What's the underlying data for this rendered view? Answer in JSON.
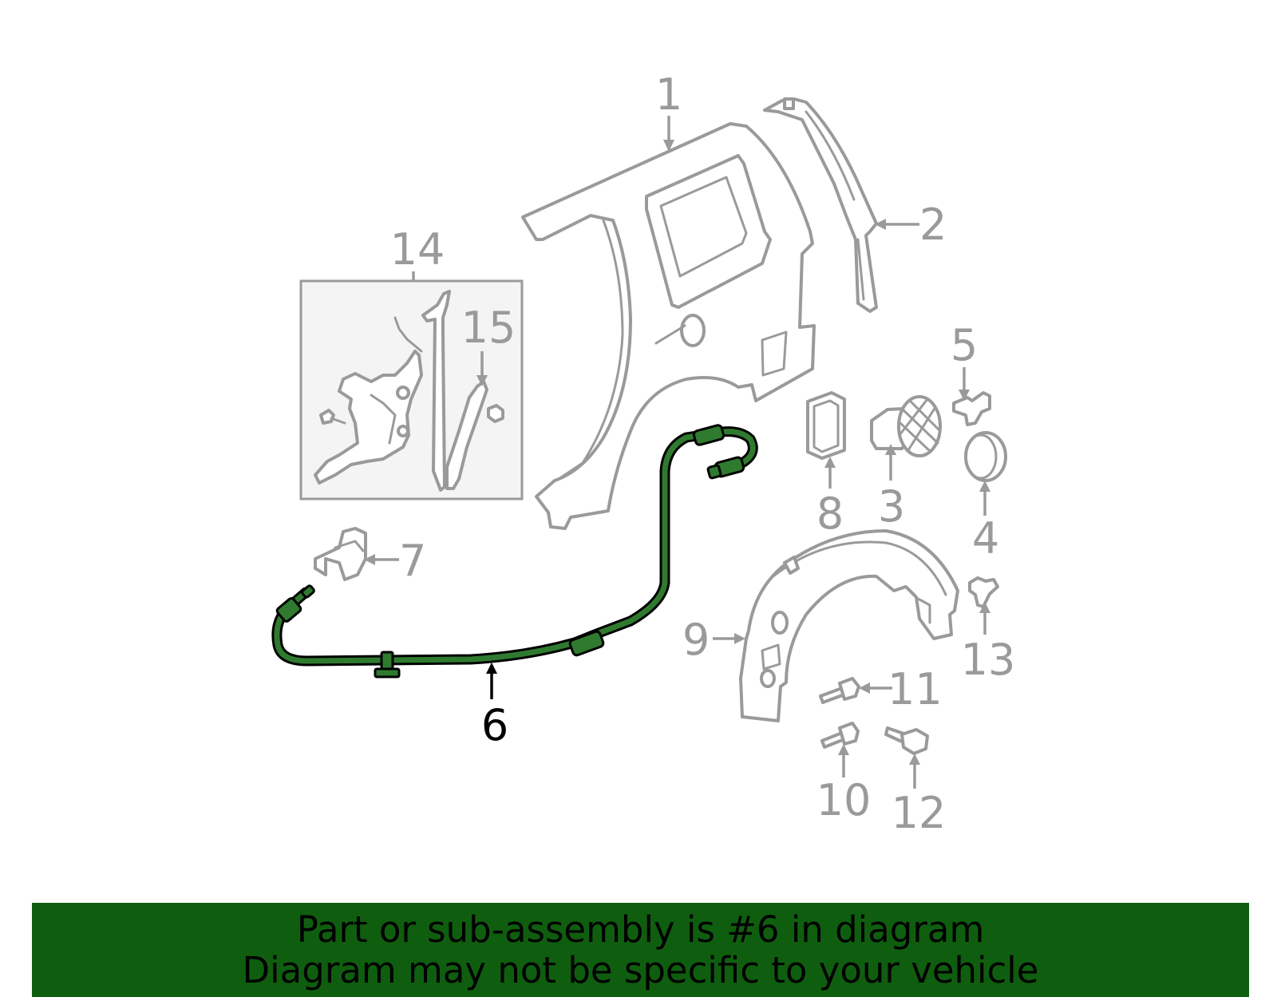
{
  "highlight": {
    "part": "6",
    "color": "#2f7a2f"
  },
  "callouts": [
    {
      "id": "1",
      "label": "1"
    },
    {
      "id": "2",
      "label": "2"
    },
    {
      "id": "3",
      "label": "3"
    },
    {
      "id": "4",
      "label": "4"
    },
    {
      "id": "5",
      "label": "5"
    },
    {
      "id": "6",
      "label": "6"
    },
    {
      "id": "7",
      "label": "7"
    },
    {
      "id": "8",
      "label": "8"
    },
    {
      "id": "9",
      "label": "9"
    },
    {
      "id": "10",
      "label": "10"
    },
    {
      "id": "11",
      "label": "11"
    },
    {
      "id": "12",
      "label": "12"
    },
    {
      "id": "13",
      "label": "13"
    },
    {
      "id": "14",
      "label": "14"
    },
    {
      "id": "15",
      "label": "15"
    }
  ],
  "footer": {
    "line1": "Part or sub-assembly is #6 in diagram",
    "line2": "Diagram may not be specific to your vehicle",
    "background": "#0f5e0f"
  }
}
